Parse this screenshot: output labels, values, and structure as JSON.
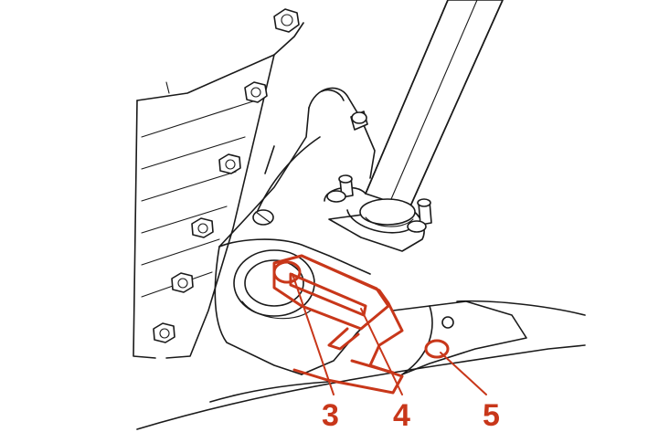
{
  "colors": {
    "highlight": "#c8371a",
    "line_art": "#1a1a1a",
    "background": "#ffffff"
  },
  "callouts": [
    {
      "id": "3",
      "label": "3"
    },
    {
      "id": "4",
      "label": "4"
    },
    {
      "id": "5",
      "label": "5"
    }
  ]
}
